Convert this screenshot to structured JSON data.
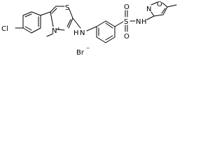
{
  "labels": {
    "chlorine": "Cl",
    "ring_sulfur": "S",
    "ring_nitrogen": "N",
    "cation_charge": "+",
    "n_methyl": "methyl",
    "amine_n": "N",
    "amine_h": "H",
    "bromide": "Br",
    "bromide_charge": "−",
    "sulfonyl_s": "S",
    "oxo_top": "O",
    "oxo_bottom": "O",
    "sulfonamide_n": "N",
    "sulfonamide_h": "H",
    "isoxazole_n": "N",
    "isoxazole_o": "O",
    "methyl_label": "methyl"
  }
}
